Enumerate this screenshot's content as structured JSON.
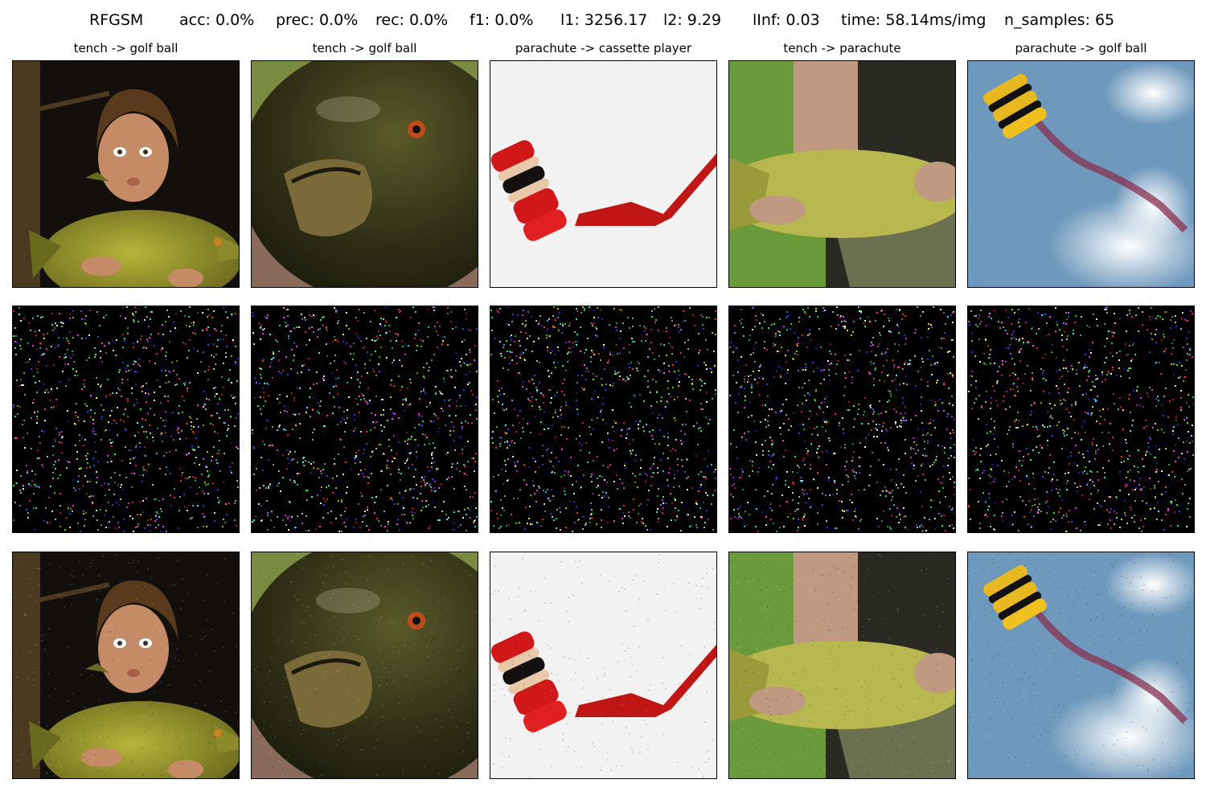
{
  "header": {
    "method": "RFGSM",
    "acc": "acc: 0.0%",
    "prec": "prec: 0.0%",
    "rec": "rec: 0.0%",
    "f1": "f1: 0.0%",
    "l1": "l1: 3256.17",
    "l2": "l2: 9.29",
    "linf": "lInf: 0.03",
    "time": "time: 58.14ms/img",
    "n_samples": "n_samples: 65"
  },
  "columns": [
    {
      "title": "tench -> golf ball",
      "subject": "man-holding-tench"
    },
    {
      "title": "tench -> golf ball",
      "subject": "tench-face-closeup"
    },
    {
      "title": "parachute -> cassette player",
      "subject": "red-parachute-white-sky"
    },
    {
      "title": "tench -> parachute",
      "subject": "hands-holding-tench-grass"
    },
    {
      "title": "parachute -> golf ball",
      "subject": "yellow-parachute-smoke-trail"
    }
  ],
  "rows": [
    "original-image",
    "perturbation-noise",
    "adversarial-image"
  ],
  "colors": {
    "background": "#ffffff",
    "noise_background": "#000000",
    "noise_pixels": [
      "#ff2a2a",
      "#2aff2a",
      "#3a3aff",
      "#ffffff",
      "#ffff40",
      "#ff40ff",
      "#40ffff"
    ]
  }
}
